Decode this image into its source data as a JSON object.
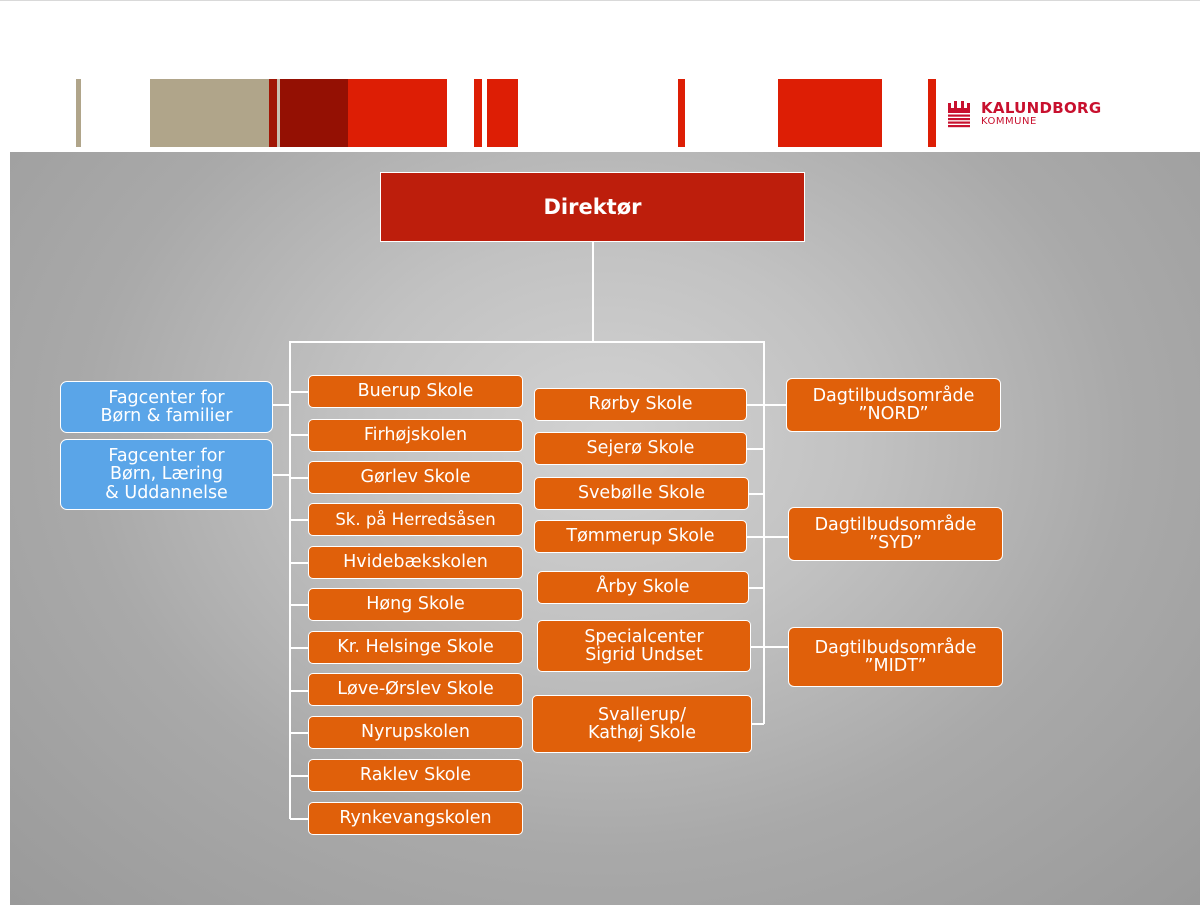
{
  "logo": {
    "name": "KALUNDBORG",
    "sub": "KOMMUNE",
    "icon": "crown-seal-icon"
  },
  "colors": {
    "director": "#bd1e0c",
    "unit": "#e0600a",
    "fagcenter": "#5aa5e8",
    "connector": "#ffffff"
  },
  "director": {
    "label": "Direktør"
  },
  "fagcentre": [
    {
      "line1": "Fagcenter for",
      "line2": "Børn & familier",
      "line3": ""
    },
    {
      "line1": "Fagcenter for",
      "line2": "Børn, Læring",
      "line3": "& Uddannelse"
    }
  ],
  "schools_left": [
    "Buerup Skole",
    "Firhøjskolen",
    "Gørlev Skole",
    "Sk. på Herredsåsen",
    "Hvidebækskolen",
    "Høng Skole",
    "Kr. Helsinge Skole",
    "Løve-Ørslev Skole",
    "Nyrupskolen",
    "Raklev Skole",
    "Rynkevangskolen"
  ],
  "schools_mid": [
    {
      "line1": "Rørby Skole",
      "line2": ""
    },
    {
      "line1": "Sejerø Skole",
      "line2": ""
    },
    {
      "line1": "Svebølle Skole",
      "line2": ""
    },
    {
      "line1": "Tømmerup Skole",
      "line2": ""
    },
    {
      "line1": "Årby Skole",
      "line2": ""
    },
    {
      "line1": "Specialcenter",
      "line2": "Sigrid Undset"
    },
    {
      "line1": "Svallerup/",
      "line2": "Kathøj Skole"
    }
  ],
  "dagtilbud": [
    {
      "line1": "Dagtilbudsområde",
      "line2": "”NORD”"
    },
    {
      "line1": "Dagtilbudsområde",
      "line2": "”SYD”"
    },
    {
      "line1": "Dagtilbudsområde",
      "line2": "”MIDT”"
    }
  ]
}
